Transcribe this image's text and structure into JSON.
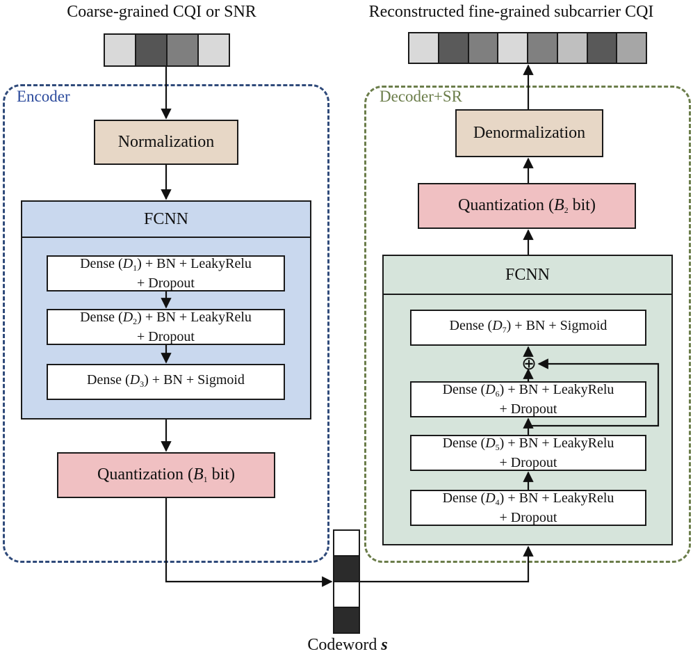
{
  "input": {
    "title": "Coarse-grained CQI or SNR",
    "cells": [
      "#d9d9d9",
      "#555555",
      "#7f7f7f",
      "#d9d9d9"
    ]
  },
  "output": {
    "title": "Reconstructed fine-grained subcarrier CQI",
    "cells": [
      "#d9d9d9",
      "#5a5a5a",
      "#7f7f7f",
      "#d9d9d9",
      "#808080",
      "#bfbfbf",
      "#595959",
      "#a6a6a6"
    ]
  },
  "encoder": {
    "label": "Encoder",
    "normalization": "Normalization",
    "fcnn_title": "FCNN",
    "layers": [
      {
        "pre": "Dense (",
        "var": "D",
        "sub": "1",
        "post": ") + BN + LeakyRelu",
        "line2": "+ Dropout"
      },
      {
        "pre": "Dense (",
        "var": "D",
        "sub": "2",
        "post": ") + BN + LeakyRelu",
        "line2": "+ Dropout"
      },
      {
        "pre": "Dense (",
        "var": "D",
        "sub": "3",
        "post": ") + BN + Sigmoid",
        "line2": ""
      }
    ],
    "quant": {
      "pre": "Quantization (",
      "var": "B",
      "sub": "1",
      "post": " bit)"
    }
  },
  "decoder": {
    "label": "Decoder+SR",
    "denormalization": "Denormalization",
    "quant": {
      "pre": "Quantization (",
      "var": "B",
      "sub": "2",
      "post": " bit)"
    },
    "fcnn_title": "FCNN",
    "layers": [
      {
        "pre": "Dense (",
        "var": "D",
        "sub": "7",
        "post": ") + BN + Sigmoid",
        "line2": ""
      },
      {
        "pre": "Dense (",
        "var": "D",
        "sub": "6",
        "post": ") + BN + LeakyRelu",
        "line2": "+ Dropout"
      },
      {
        "pre": "Dense (",
        "var": "D",
        "sub": "5",
        "post": ") + BN + LeakyRelu",
        "line2": "+ Dropout"
      },
      {
        "pre": "Dense (",
        "var": "D",
        "sub": "4",
        "post": ") + BN + LeakyRelu",
        "line2": "+ Dropout"
      }
    ],
    "sum_symbol": "⊕"
  },
  "codeword": {
    "label": "Codeword ",
    "symbol": "s",
    "cells": [
      "#ffffff",
      "#2b2b2b",
      "#ffffff",
      "#2b2b2b"
    ]
  },
  "colors": {
    "encoder_border": "#2f4a7a",
    "decoder_border": "#6b7d4a",
    "encoder_label": "#2b4a9c",
    "decoder_label": "#6b7d4a"
  }
}
